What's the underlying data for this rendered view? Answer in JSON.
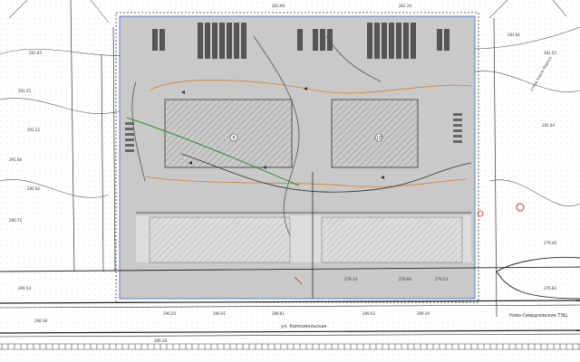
{
  "labels": {
    "street_main": "ул. Комсомольская",
    "street_right": "Ново-Свердловская ТЭЦ",
    "street_right_top": "улица Карла Маркса",
    "building_left_id": "8",
    "building_right_id": "10",
    "elev_1": "291.85",
    "elev_2": "291.55",
    "elev_3": "291.22",
    "elev_4": "291.06",
    "elev_5": "290.92",
    "elev_6": "290.75",
    "elev_7": "290.54",
    "elev_8": "290.38",
    "elev_9": "290.20",
    "elev_10": "290.01",
    "elev_11": "289.81",
    "elev_12": "289.62",
    "elev_13": "289.39",
    "elev_14": "289.28",
    "elev_15": "279.84",
    "elev_16": "279.53",
    "elev_17": "279.13",
    "elev_18": "276.82",
    "elev_19": "279.46",
    "elev_20": "281.04",
    "elev_21": "281.52",
    "elev_22": "281.81",
    "elev_23": "282.29",
    "elev_24": "283.09"
  },
  "colors": {
    "paper": "#ffffff",
    "site_fill": "#c9c9c9",
    "line": "#222222",
    "green_line": "#2e8b2e",
    "orange_line": "#d9822b",
    "blue_line": "#3a5fcd",
    "red_mark": "#cc2222"
  }
}
